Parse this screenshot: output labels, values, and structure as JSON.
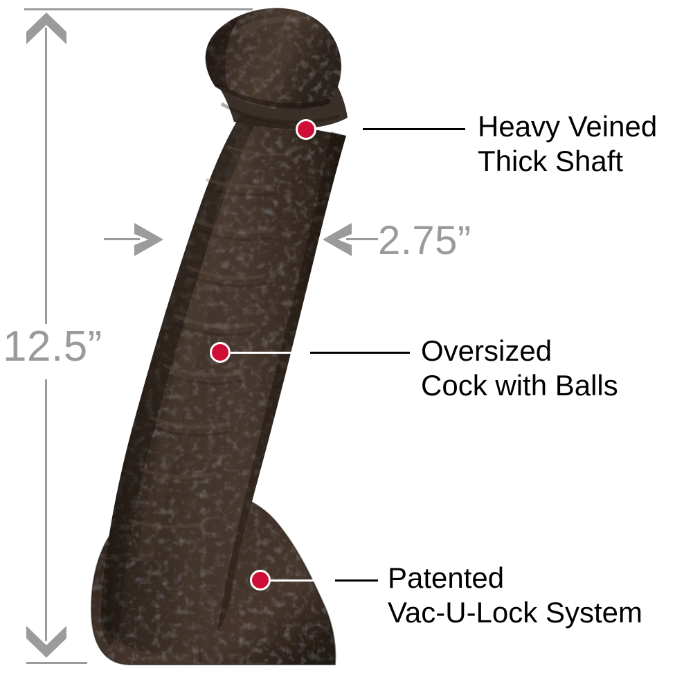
{
  "diagram": {
    "title": "Realistic Dildo Product Feature Diagram",
    "background_color": "#ffffff",
    "product_color": "#3a2e26",
    "accent_color": "#ce0e37",
    "dimension_color": "#9a9a9a",
    "label_color": "#000000"
  },
  "dimensions": {
    "height": {
      "value": "12.5”",
      "orientation": "vertical",
      "arrow_top": "up-chevron-arrow",
      "arrow_bottom": "down-chevron-arrow"
    },
    "width": {
      "value": "2.75”",
      "orientation": "horizontal",
      "arrow_left": "right-chevron-arrow",
      "arrow_right": "left-chevron-arrow"
    }
  },
  "callouts": [
    {
      "id": "shaft",
      "line1": "Heavy Veined",
      "line2": "Thick Shaft",
      "marker": "red-dot-marker"
    },
    {
      "id": "cock-balls",
      "line1": "Oversized",
      "line2": "Cock with Balls",
      "marker": "red-dot-marker"
    },
    {
      "id": "vac-u-lock",
      "line1": "Patented",
      "line2": "Vac-U-Lock System",
      "marker": "red-dot-marker"
    }
  ],
  "callout_text": {
    "shaft": "Heavy Veined\nThick Shaft",
    "cock_balls": "Oversized\nCock with Balls",
    "vac_u_lock": "Patented\nVac-U-Lock System"
  }
}
